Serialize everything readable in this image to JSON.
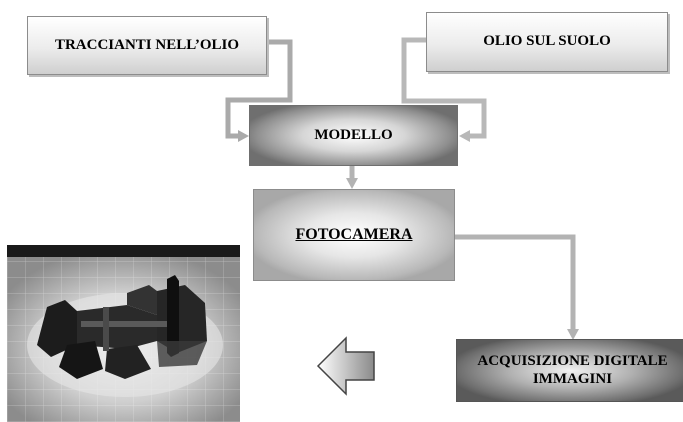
{
  "nodes": {
    "traccianti": "TRACCIANTI NELL’OLIO",
    "olio_suolo": "OLIO SUL SUOLO",
    "modello": "MODELLO",
    "fotocamera": "FOTOCAMERA",
    "acquisizione_line1": "ACQUISIZIONE DIGITALE",
    "acquisizione_line2": "IMMAGINI"
  },
  "colors": {
    "connector": "#b3b3b3",
    "connector_dark": "#8a8a8a",
    "border": "#8c8c8c"
  }
}
